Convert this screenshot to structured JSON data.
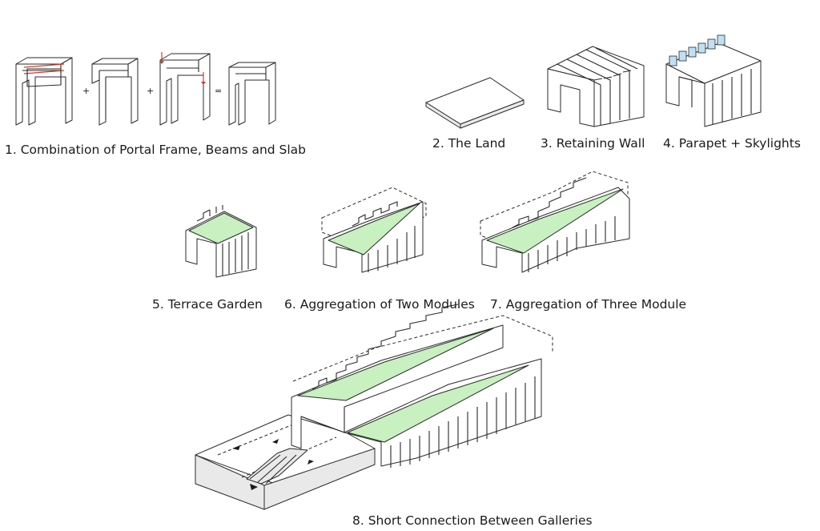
{
  "captions": {
    "step1": "1. Combination of Portal Frame, Beams and Slab",
    "step2": "2. The Land",
    "step3": "3. Retaining Wall",
    "step4": "4. Parapet + Skylights",
    "step5": "5. Terrace Garden",
    "step6": "6. Aggregation of Two Modules",
    "step7": "7. Aggregation of Three Module",
    "step8": "8. Short Connection Between Galleries"
  },
  "operators": {
    "plus": "+",
    "equals": "="
  },
  "colors": {
    "garden": "#c8f0c0",
    "skylight": "#bfe0f5",
    "load_arrow": "#d43a2a"
  }
}
